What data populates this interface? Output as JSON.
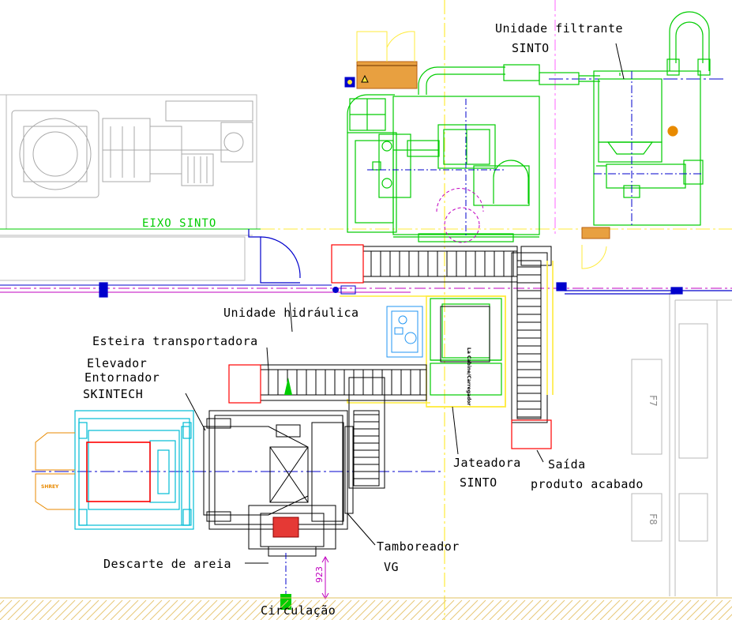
{
  "labels": {
    "unidade_filtrante_1": "Unidade filtrante",
    "unidade_filtrante_2": "SINTO",
    "eixo_sinto": "EIXO SINTO",
    "unidade_hidraulica": "Unidade hidráulica",
    "esteira": "Esteira transportadora",
    "elevador": "Elevador",
    "entornador": "Entornador",
    "skintech": "SKINTECH",
    "jateadora_1": "Jateadora",
    "jateadora_2": "SINTO",
    "saida_1": "Saída",
    "saida_2": "produto acabado",
    "tamboreador_1": "Tamboreador",
    "tamboreador_2": "VG",
    "descarte": "Descarte de areia",
    "circulacao": "Circulação",
    "f7": "F7",
    "f8": "F8",
    "dimension": "923",
    "cabine": "La Cabine/Carregador",
    "door_tag": "SHREY"
  },
  "colors": {
    "machine_green": "#00cc00",
    "structure_blue": "#0000cc",
    "cyan": "#00bcd4",
    "red": "#ff0000",
    "yellow": "#ffff00",
    "magenta": "#ff00ff",
    "orange": "#e88a00",
    "gray": "#a0a0a0"
  }
}
